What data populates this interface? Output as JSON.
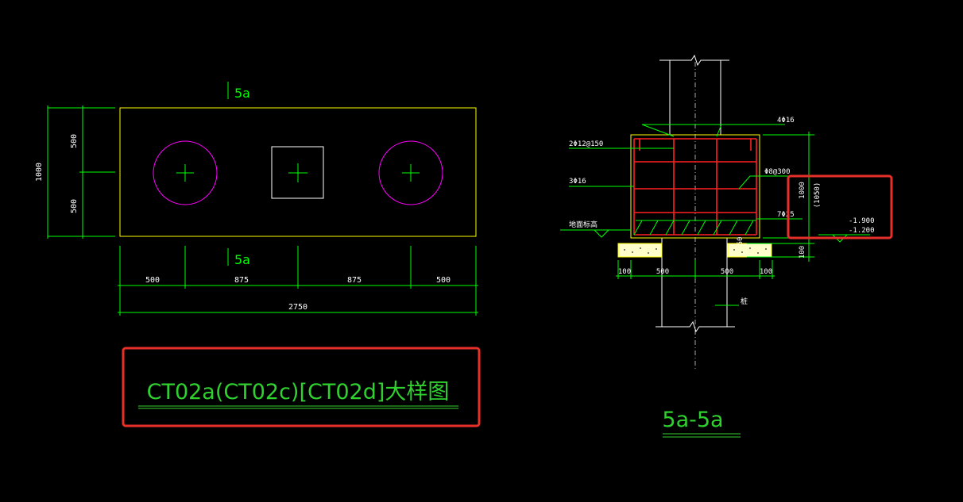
{
  "plan": {
    "section_mark": "5a",
    "dims_bottom": [
      "500",
      "875",
      "875",
      "500"
    ],
    "dim_total": "2750",
    "dims_left": [
      "500",
      "500"
    ],
    "dim_left_total": "1000"
  },
  "title": {
    "text": "CT02a(CT02c)[CT02d]大样图"
  },
  "section": {
    "title": "5a-5a",
    "rebar_top": "4Φ16",
    "rebar_stirrup_top": "2Φ12@150",
    "rebar_side": "3Φ16",
    "rebar_tie": "Φ8@300",
    "rebar_bottom": "7Φ25",
    "ground_label": "地面标高",
    "pile_label": "桩",
    "dim_height": "1000",
    "dim_height_alt": "(1050)",
    "elev_1": "-1.900",
    "elev_2": "-1.200",
    "dim_50": "50",
    "dim_100_v": "100",
    "dims_bottom": [
      "100",
      "500",
      "500",
      "100"
    ]
  },
  "colors": {
    "green": "#00ff00",
    "yellow": "#ffff00",
    "red": "#ff2020",
    "magenta": "#ff00ff",
    "highlight": "#e8302a",
    "title_green": "#2fd12f"
  }
}
